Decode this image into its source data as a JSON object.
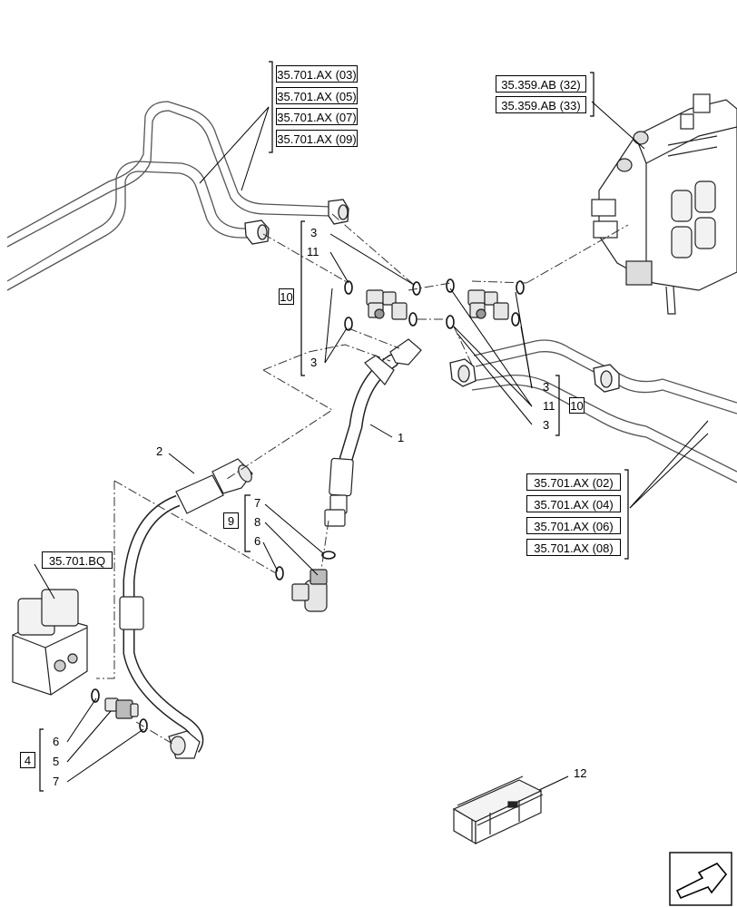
{
  "references": {
    "top_left": [
      "35.701.AX (03)",
      "35.701.AX (05)",
      "35.701.AX (07)",
      "35.701.AX (09)"
    ],
    "top_right": [
      "35.359.AB (32)",
      "35.359.AB (33)"
    ],
    "right": [
      "35.701.AX (02)",
      "35.701.AX (04)",
      "35.701.AX (06)",
      "35.701.AX (08)"
    ],
    "left": "35.701.BQ"
  },
  "callouts": {
    "group10_left": {
      "box": "10",
      "items": [
        "3",
        "11",
        "3"
      ]
    },
    "group10_right": {
      "box": "10",
      "items": [
        "3",
        "11",
        "3"
      ]
    },
    "group9": {
      "box": "9",
      "items": [
        "7",
        "8",
        "6"
      ]
    },
    "group4": {
      "box": "4",
      "items": [
        "6",
        "5",
        "7"
      ]
    },
    "part1": "1",
    "part2": "2",
    "part12": "12"
  },
  "icons": {
    "next_page": "arrow-icon",
    "crate": "crate-icon"
  }
}
